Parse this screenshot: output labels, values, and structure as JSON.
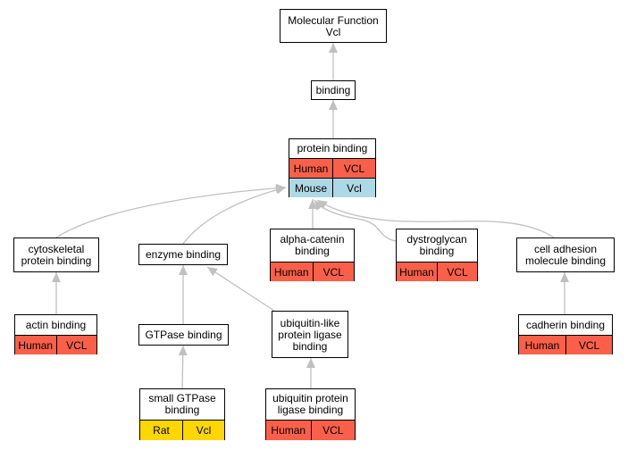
{
  "colors": {
    "human": "#fa6049",
    "mouse": "#add8e6",
    "rat": "#ffd700",
    "edge": "#c0c0c0"
  },
  "nodes": {
    "root": {
      "label": "Molecular Function\nVcl",
      "rows": []
    },
    "binding": {
      "label": "binding",
      "rows": []
    },
    "protein_binding": {
      "label": "protein binding",
      "rows": [
        {
          "species": "Human",
          "gene": "VCL",
          "color": "human"
        },
        {
          "species": "Mouse",
          "gene": "Vcl",
          "color": "mouse"
        }
      ]
    },
    "cytoskeletal": {
      "label": "cytoskeletal\nprotein binding",
      "rows": []
    },
    "enzyme": {
      "label": "enzyme binding",
      "rows": []
    },
    "alpha_catenin": {
      "label": "alpha-catenin\nbinding",
      "rows": [
        {
          "species": "Human",
          "gene": "VCL",
          "color": "human"
        }
      ]
    },
    "dystroglycan": {
      "label": "dystroglycan\nbinding",
      "rows": [
        {
          "species": "Human",
          "gene": "VCL",
          "color": "human"
        }
      ]
    },
    "cell_adhesion": {
      "label": "cell adhesion\nmolecule binding",
      "rows": []
    },
    "actin": {
      "label": "actin binding",
      "rows": [
        {
          "species": "Human",
          "gene": "VCL",
          "color": "human"
        }
      ]
    },
    "gtpase": {
      "label": "GTPase binding",
      "rows": []
    },
    "ubl": {
      "label": "ubiquitin-like\nprotein ligase\nbinding",
      "rows": []
    },
    "cadherin": {
      "label": "cadherin binding",
      "rows": [
        {
          "species": "Human",
          "gene": "VCL",
          "color": "human"
        }
      ]
    },
    "small_gtpase": {
      "label": "small GTPase\nbinding",
      "rows": [
        {
          "species": "Rat",
          "gene": "Vcl",
          "color": "rat"
        }
      ]
    },
    "ubiquitin_ligase": {
      "label": "ubiquitin protein\nligase binding",
      "rows": [
        {
          "species": "Human",
          "gene": "VCL",
          "color": "human"
        }
      ]
    }
  },
  "edges": [
    {
      "from": "binding",
      "to": "root"
    },
    {
      "from": "protein_binding",
      "to": "binding"
    },
    {
      "from": "cytoskeletal",
      "to": "protein_binding"
    },
    {
      "from": "enzyme",
      "to": "protein_binding"
    },
    {
      "from": "alpha_catenin",
      "to": "protein_binding"
    },
    {
      "from": "dystroglycan",
      "to": "protein_binding"
    },
    {
      "from": "cell_adhesion",
      "to": "protein_binding"
    },
    {
      "from": "actin",
      "to": "cytoskeletal"
    },
    {
      "from": "gtpase",
      "to": "enzyme"
    },
    {
      "from": "ubl",
      "to": "enzyme"
    },
    {
      "from": "cadherin",
      "to": "cell_adhesion"
    },
    {
      "from": "small_gtpase",
      "to": "gtpase"
    },
    {
      "from": "ubiquitin_ligase",
      "to": "ubl"
    }
  ]
}
